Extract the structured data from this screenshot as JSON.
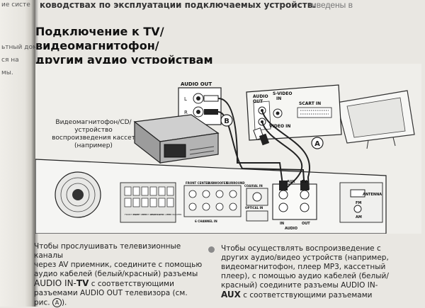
{
  "left_page": {
    "lines": [
      "ие систе",
      "",
      "ьтный дом",
      "ся на",
      "мы."
    ]
  },
  "top_fragment": "ководствах по эксплуатации подключаемых устройств.",
  "top_right_fragment": "иведены в",
  "heading": {
    "line1": "Подключение к TV/видеомагнитофон/",
    "line2": "другим аудио устройствам"
  },
  "diagram": {
    "device_label": [
      "Видеомагнитофон/CD/",
      "устройство",
      "воспроизведения кассет",
      "(например)"
    ],
    "audio_out": "AUDIO OUT",
    "audio_out_l": "L",
    "audio_out_r": "R",
    "marker_b": "B",
    "marker_a": "A",
    "tv_audio_out": [
      "AUDIO",
      "OUT"
    ],
    "tv_svideo_in": [
      "S-VIDEO",
      "IN"
    ],
    "tv_video_in": "VIDEO IN",
    "tv_scart_in": "SCART IN",
    "receiver_aux": "AUX",
    "receiver_tv": "TV",
    "receiver_in": "IN",
    "receiver_out": "OUT",
    "receiver_audio": "AUDIO",
    "receiver_antenna": "ANTENNA",
    "receiver_fm": "FM",
    "receiver_am": "AM",
    "receiver_optical": "OPTICAL IN",
    "receiver_coaxial": "COAXIAL IN",
    "receiver_6ch": "6 CHANNEL IN",
    "receiver_front_center": "FRONT CENTER",
    "receiver_subwoofer": "SUBWOOFER",
    "receiver_surround": "SURROUND",
    "speaker_labels": [
      "FRONT RIGHT",
      "FRONT LEFT",
      "FRONT CENTER",
      "REAR RIGHT",
      "REAR LEFT",
      "SUB WOOFER"
    ]
  },
  "left_column": {
    "l1": "Чтобы прослушивать телевизионные каналы",
    "l2": "через AV приемник, соедините с помощью",
    "l3": "аудио кабелей (белый/красный) разъемы",
    "l4a": "AUDIO IN-",
    "l4b": "TV",
    "l4c": " с соответствующими",
    "l5": "разъемами AUDIO OUT телевизора (см.",
    "l6a": "рис. ",
    "l6b": "A",
    "l6c": ")."
  },
  "right_column": {
    "l1": "Чтобы осуществлять воспроизведение с",
    "l2": "других аудио/видео устройств (например,",
    "l3": "видеомагнитофон, плеер MP3, кассетный",
    "l4": "плеер), с помощью аудио кабелей (белый/",
    "l5": "красный) соедините разъемы AUDIO IN-",
    "l6a": "AUX",
    "l6b": " с соответствующими разъемами"
  },
  "colors": {
    "paper": "#e9e7e2",
    "diagram_bg": "#f2f1ee",
    "device_gray": "#a8a8a8",
    "bullet": "#8b8b8b"
  }
}
